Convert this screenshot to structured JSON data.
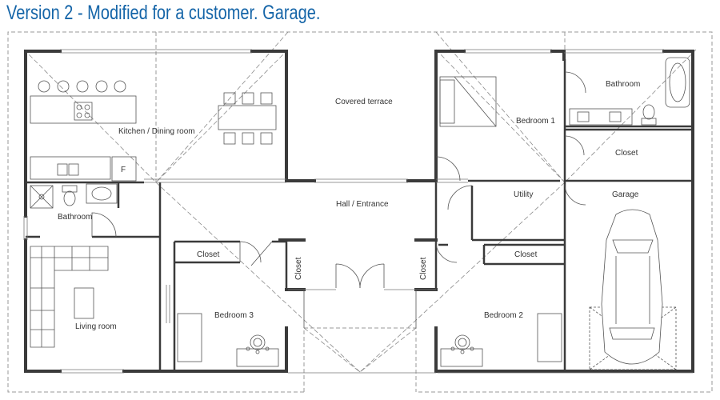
{
  "title": "Version 2 - Modified for a customer. Garage.",
  "colors": {
    "title": "#1565a8",
    "wall": "#3a3a3a",
    "line": "#555555",
    "dash": "#9a9a9a"
  },
  "rooms": {
    "kitchen": "Kitchen / Dining room",
    "terrace": "Covered terrace",
    "bedroom1": "Bedroom 1",
    "bathroom_right": "Bathroom",
    "closet_right": "Closet",
    "bathroom_left": "Bathroom",
    "hall": "Hall / Entrance",
    "utility": "Utility",
    "garage": "Garage",
    "closet_b3": "Closet",
    "closet_b2": "Closet",
    "closet_hall_left": "Closet",
    "closet_hall_right": "Closet",
    "living": "Living room",
    "bedroom3": "Bedroom 3",
    "bedroom2": "Bedroom 2"
  },
  "fixtures": {
    "fridge_label": "F"
  }
}
